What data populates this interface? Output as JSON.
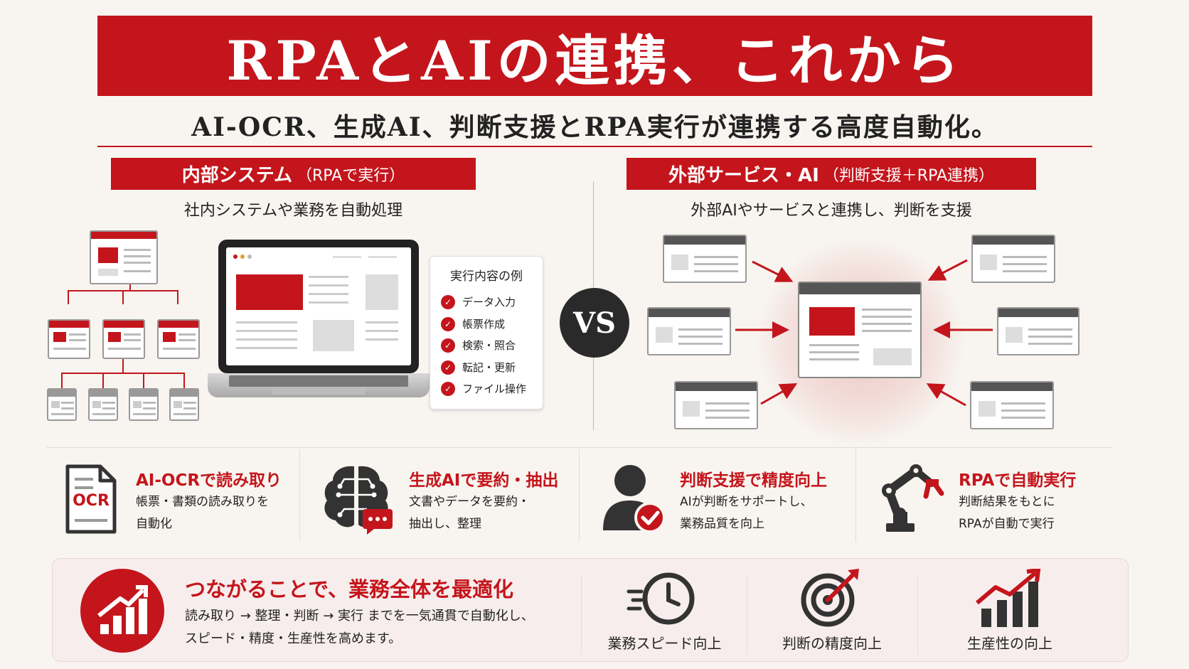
{
  "header": {
    "title": "RPAとAIの連携、これから",
    "subtitle": "AI-OCR、生成AI、判断支援とRPA実行が連携する高度自動化。"
  },
  "left": {
    "heading": "内部システム",
    "heading_paren": "（RPAで実行）",
    "description": "社内システムや業務を自動処理",
    "examples_title": "実行内容の例",
    "examples": [
      "データ入力",
      "帳票作成",
      "検索・照合",
      "転記・更新",
      "ファイル操作"
    ]
  },
  "vs": "VS",
  "right": {
    "heading": "外部サービス・AI",
    "heading_paren": "（判断支援＋RPA連携）",
    "description": "外部AIやサービスと連携し、判断を支援"
  },
  "features": [
    {
      "icon": "ocr-document-icon",
      "icon_text": "OCR",
      "title": "AI-OCRで読み取り",
      "lines": [
        "帳票・書類の読み取りを",
        "自動化"
      ]
    },
    {
      "icon": "brain-chat-icon",
      "title": "生成AIで要約・抽出",
      "lines": [
        "文書やデータを要約・",
        "抽出し、整理"
      ]
    },
    {
      "icon": "user-check-icon",
      "title": "判断支援で精度向上",
      "lines": [
        "AIが判断をサポートし、",
        "業務品質を向上"
      ]
    },
    {
      "icon": "robot-arm-icon",
      "title": "RPAで自動実行",
      "lines": [
        "判断結果をもとに",
        "RPAが自動で実行"
      ]
    }
  ],
  "bottom": {
    "title": "つながることで、業務全体を最適化",
    "line1": "読み取り → 整理・判断 → 実行 までを一気通貫で自動化し、",
    "line2": "スピード・精度・生産性を高めます。",
    "benefits": [
      {
        "icon": "clock-speed-icon",
        "label": "業務スピード向上"
      },
      {
        "icon": "target-icon",
        "label": "判断の精度向上"
      },
      {
        "icon": "growth-chart-icon",
        "label": "生産性の向上"
      }
    ]
  },
  "colors": {
    "accent": "#c4151c",
    "dark": "#2a2a2a",
    "background": "#f8f5f0"
  }
}
